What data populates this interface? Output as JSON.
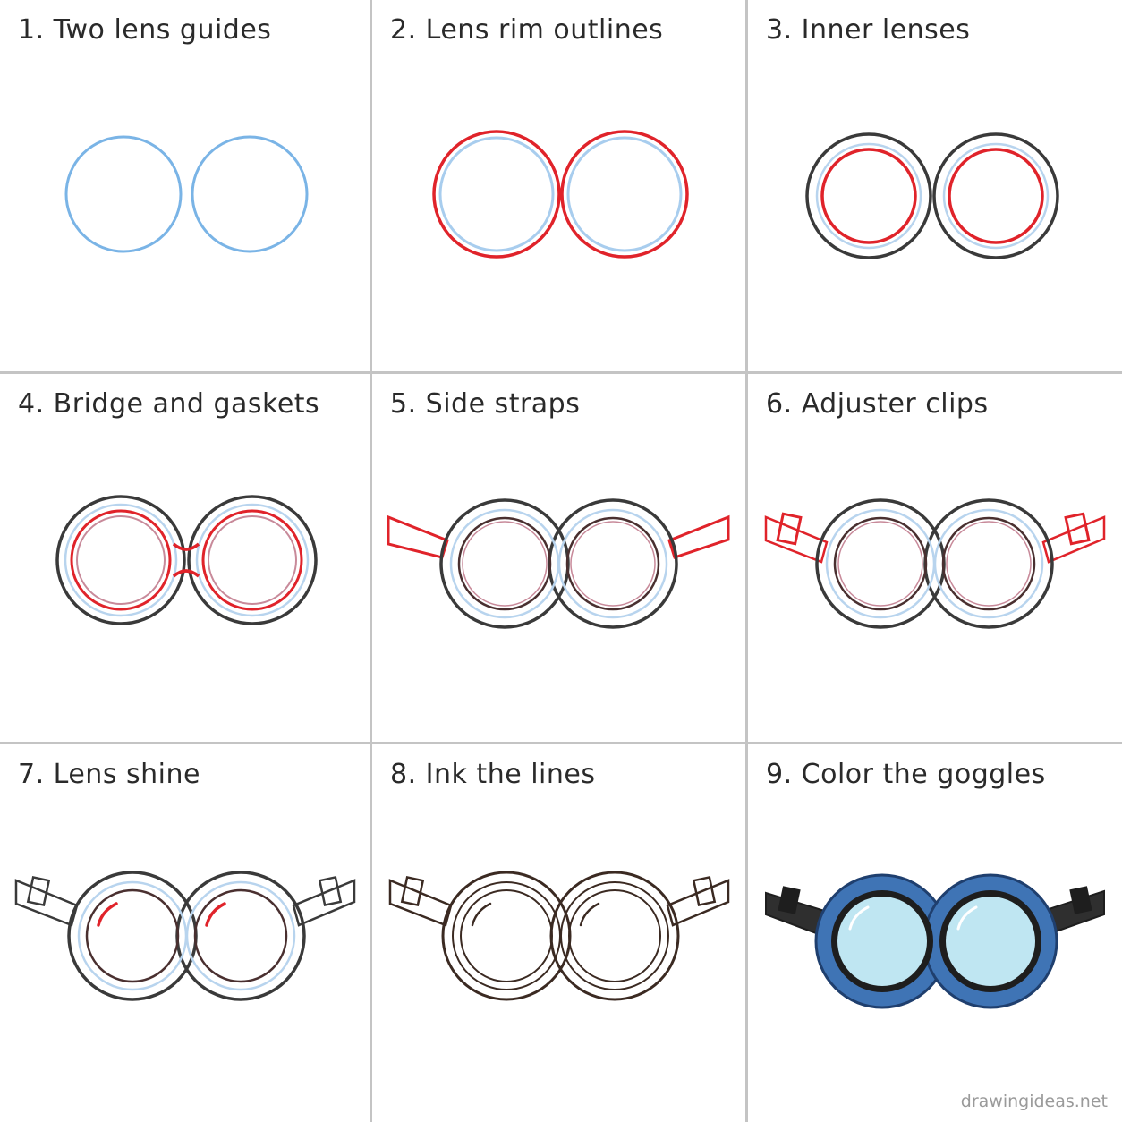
{
  "steps": [
    {
      "label": "1. Two lens guides"
    },
    {
      "label": "2. Lens rim outlines"
    },
    {
      "label": "3. Inner lenses"
    },
    {
      "label": "4. Bridge and gaskets"
    },
    {
      "label": "5. Side straps"
    },
    {
      "label": "6. Adjuster clips"
    },
    {
      "label": "7. Lens shine"
    },
    {
      "label": "8. Ink the lines"
    },
    {
      "label": "9. Color the goggles"
    }
  ],
  "watermark": "drawingideas.net",
  "colors": {
    "guide_blue": "#7ab4e6",
    "new_red": "#e0232a",
    "ink": "#3a3a3a",
    "ink_brown": "#3b2a22",
    "frame_blue": "#3f74b5",
    "lens_fill": "#bfe6f2",
    "strap": "#2f2f2f"
  }
}
